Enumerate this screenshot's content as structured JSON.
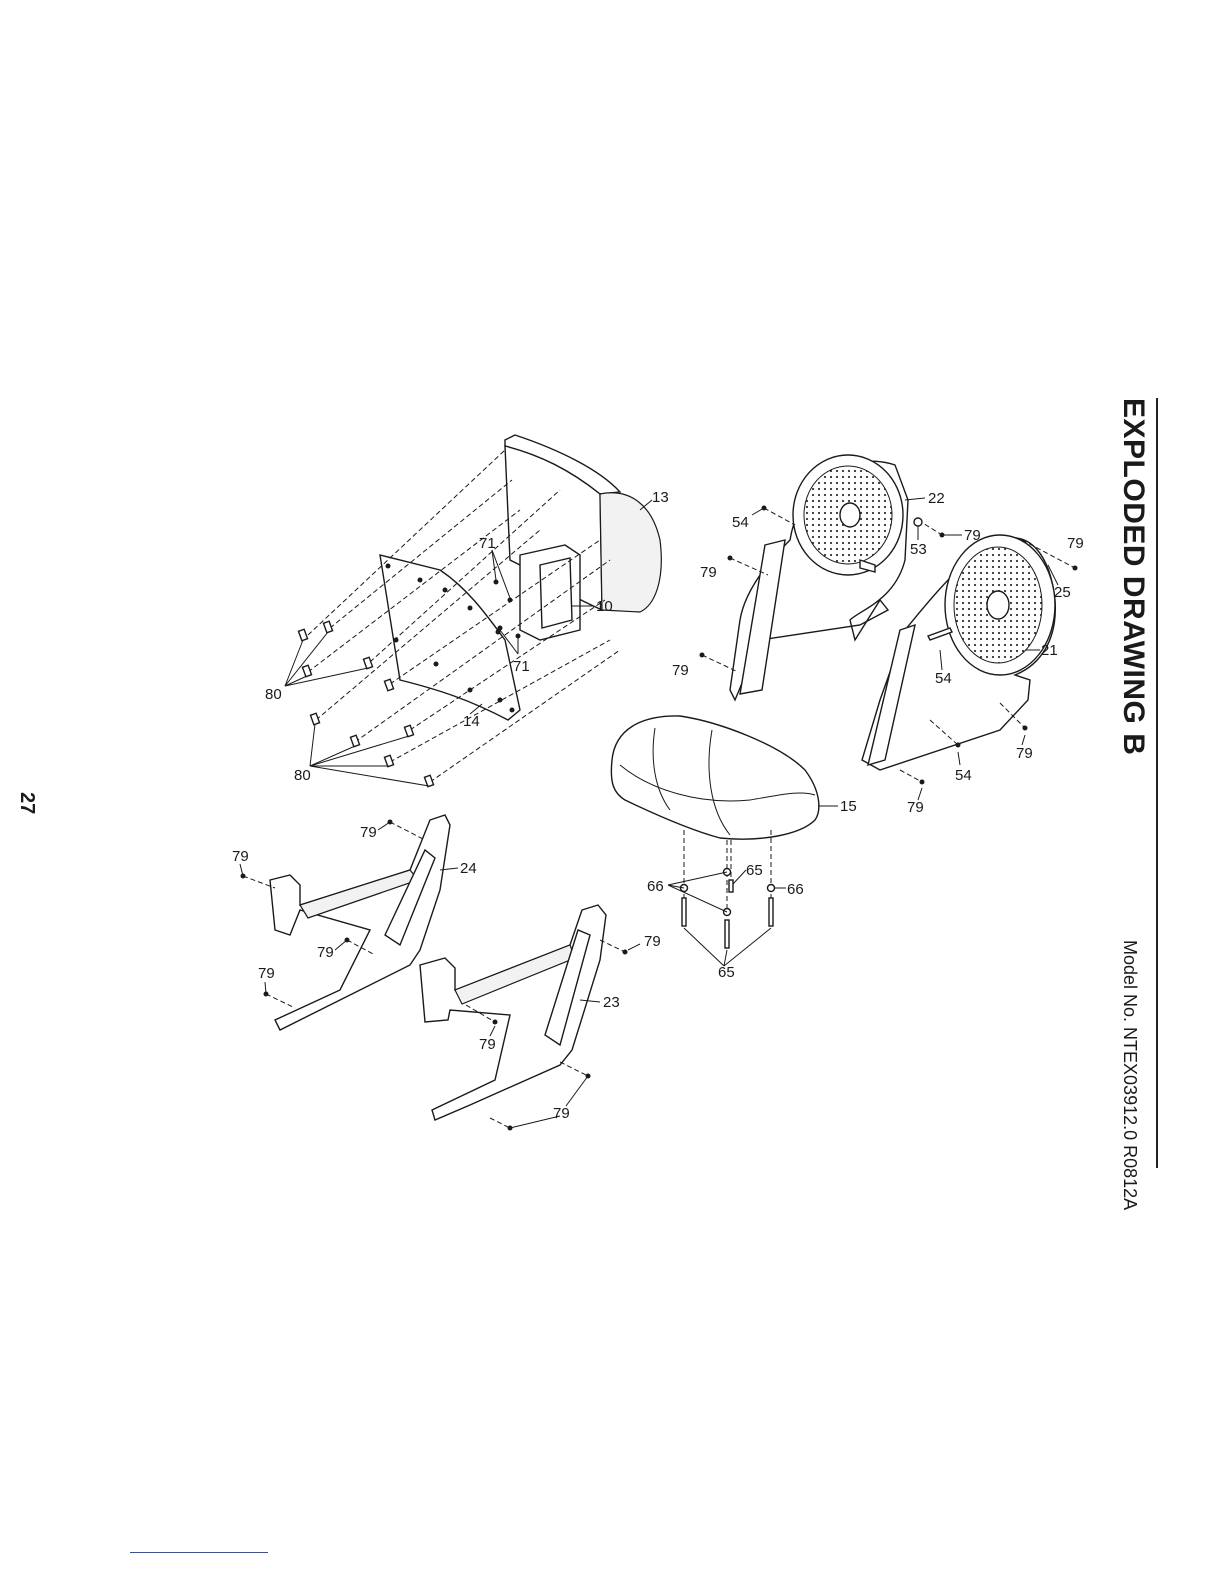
{
  "page": {
    "title": "EXPLODED DRAWING B",
    "model": "Model No. NTEX03912.0 R0812A",
    "page_number": "27"
  },
  "callouts": {
    "c13": "13",
    "c71a": "71",
    "c10": "10",
    "c71b": "71",
    "c80a": "80",
    "c14": "14",
    "c80b": "80",
    "c54a": "54",
    "c22": "22",
    "c53": "53",
    "c79a": "79",
    "c79b": "79",
    "c79c": "79",
    "c25": "25",
    "c21": "21",
    "c79d": "79",
    "c54b": "54",
    "c79e": "79",
    "c54c": "54",
    "c15": "15",
    "c79f": "79",
    "c65a": "65",
    "c66a": "66",
    "c66b": "66",
    "c65b": "65",
    "c79g": "79",
    "c79h": "79",
    "c24": "24",
    "c79i": "79",
    "c79j": "79",
    "c79k": "79",
    "c23": "23",
    "c79l": "79",
    "c79m": "79"
  }
}
